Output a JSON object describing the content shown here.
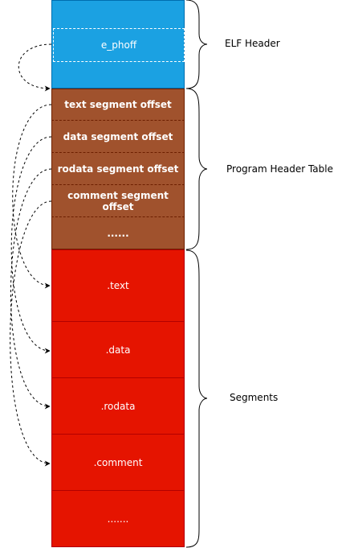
{
  "elf_header": {
    "field": "e_phoff",
    "label": "ELF Header"
  },
  "program_header_table": {
    "label": "Program Header Table",
    "rows": [
      "text segment offset",
      "data segment offset",
      "rodata segment offset",
      "comment segment offset",
      "......"
    ]
  },
  "segments": {
    "label": "Segments",
    "rows": [
      ".text",
      ".data",
      ".rodata",
      ".comment",
      "......."
    ]
  },
  "colors": {
    "elf_fill": "#1ba1e2",
    "pht_fill": "#a0522d",
    "segment_fill": "#e51400",
    "connector": "#000000"
  }
}
